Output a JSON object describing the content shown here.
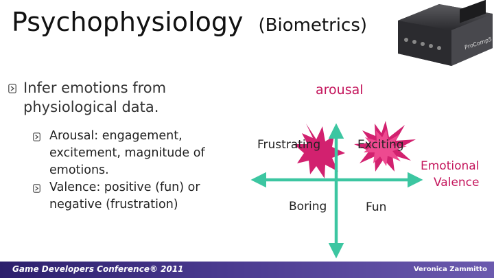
{
  "slide": {
    "title_main": "Psychophysiology",
    "title_sub": "(Biometrics)"
  },
  "bullets": {
    "main": "Infer emotions from physiological data.",
    "sub": [
      "Arousal: engagement, excitement, magnitude of emotions.",
      "Valence: positive (fun) or negative (frustration)"
    ]
  },
  "diagram": {
    "axis_y_label": "arousal",
    "axis_x_label_1": "Emotional",
    "axis_x_label_2": "Valence",
    "quadrants": {
      "top_left": "Frustrating",
      "top_right": "Exciting",
      "bottom_left": "Boring",
      "bottom_right": "Fun"
    },
    "colors": {
      "axis": "#3cc6a1",
      "burst": "#d2216f",
      "label": "#c4155c"
    }
  },
  "footer": {
    "left": "Game Developers Conference® 2011",
    "right": "Veronica Zammitto"
  },
  "device": {
    "label": "ProComp5"
  }
}
